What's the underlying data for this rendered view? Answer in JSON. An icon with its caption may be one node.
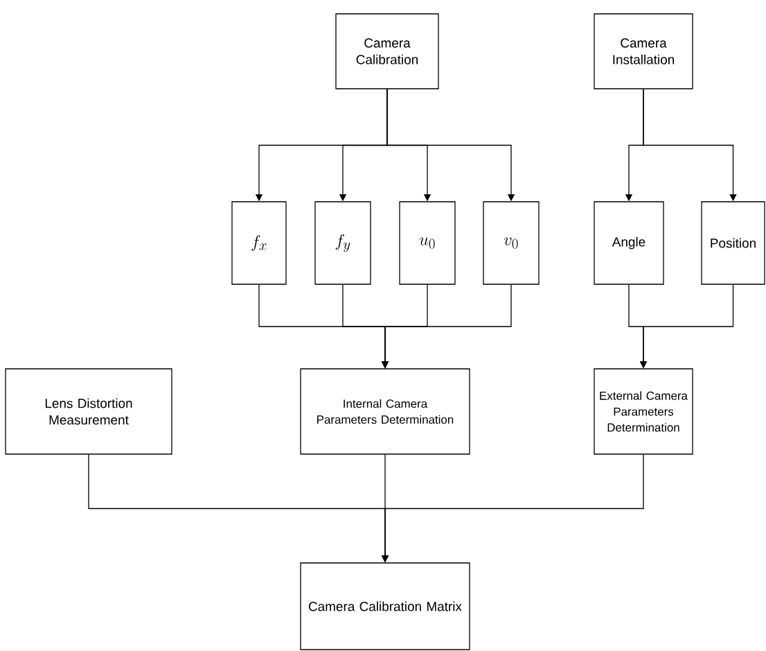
{
  "diagram": {
    "nodes": [
      {
        "text": [
          "Camera Calibration"
        ]
      },
      {
        "text": [
          "Camera Installation"
        ]
      },
      {
        "text": [
          "f_x"
        ]
      },
      {
        "text": [
          "f_y"
        ]
      },
      {
        "text": [
          "u_0"
        ]
      },
      {
        "text": [
          "v_0"
        ]
      },
      {
        "text": [
          "Angle"
        ]
      },
      {
        "text": [
          "Position"
        ]
      },
      {
        "text": [
          "Lens Distortion Measurement"
        ]
      },
      {
        "text": [
          "Internal Camera Parameters Determination"
        ]
      },
      {
        "text": [
          "External Camera Parameters Determination"
        ]
      },
      {
        "text": [
          "Camera Calibration Matrix"
        ]
      }
    ],
    "edges": [
      {
        "from": 0,
        "to": 2,
        "arrow": "to"
      },
      {
        "from": 0,
        "to": 3,
        "arrow": "to"
      },
      {
        "from": 0,
        "to": 4,
        "arrow": "to"
      },
      {
        "from": 0,
        "to": 5,
        "arrow": "to"
      },
      {
        "from": 1,
        "to": 6,
        "arrow": "to"
      },
      {
        "from": 1,
        "to": 7,
        "arrow": "to"
      },
      {
        "from": 2,
        "to": 9,
        "arrow": "to"
      },
      {
        "from": 3,
        "to": 9,
        "arrow": "to"
      },
      {
        "from": 4,
        "to": 9,
        "arrow": "to"
      },
      {
        "from": 5,
        "to": 9,
        "arrow": "to"
      },
      {
        "from": 6,
        "to": 10,
        "arrow": "to"
      },
      {
        "from": 7,
        "to": 10,
        "arrow": "to"
      },
      {
        "from": 8,
        "to": 11,
        "arrow": "to"
      },
      {
        "from": 9,
        "to": 11,
        "arrow": "to"
      },
      {
        "from": 10,
        "to": 11,
        "arrow": "to"
      }
    ]
  }
}
